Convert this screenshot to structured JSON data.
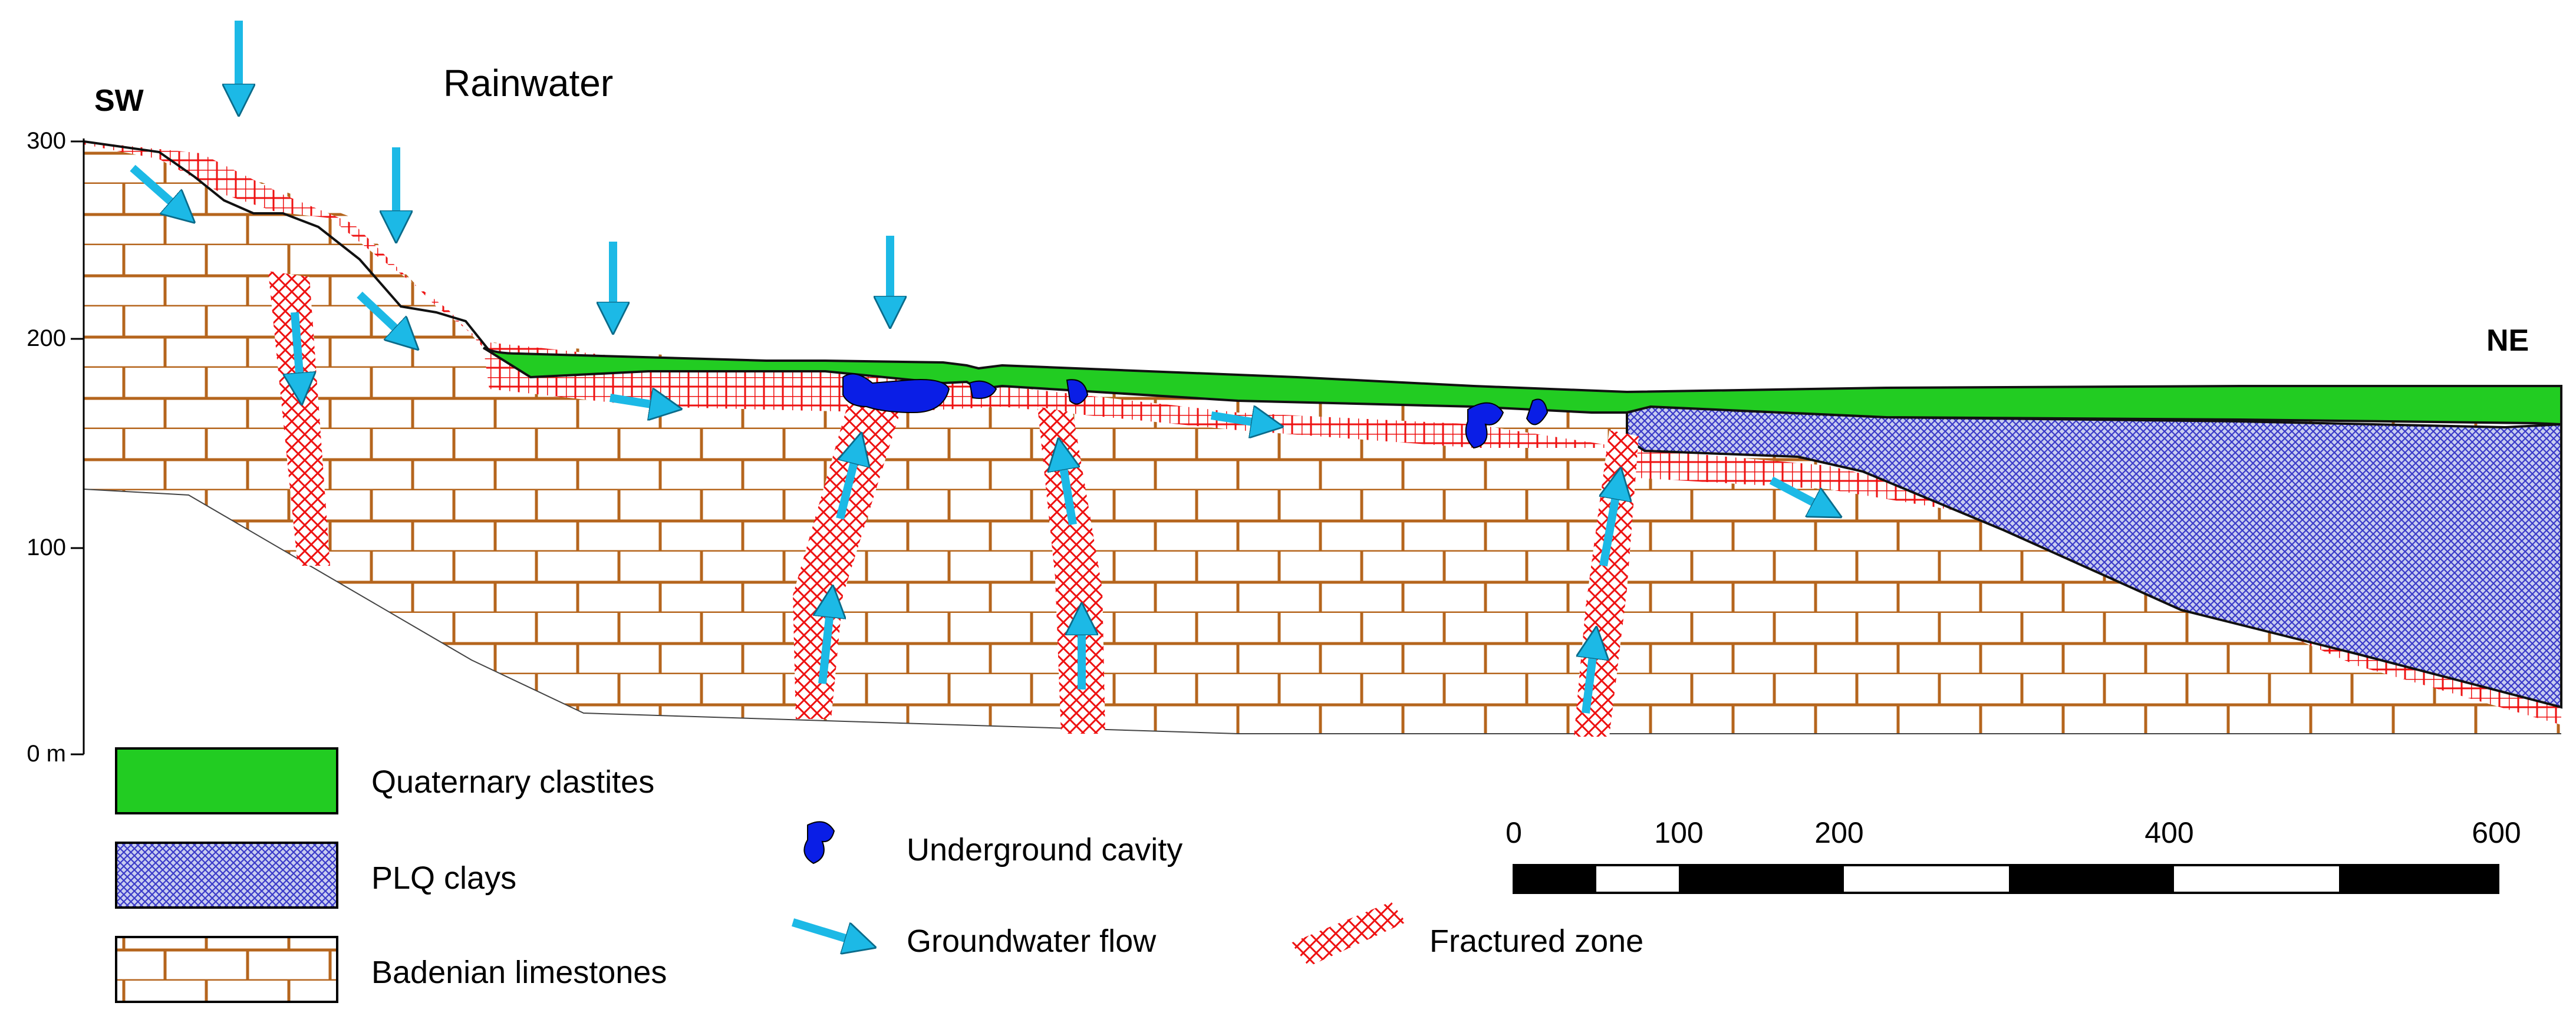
{
  "labels": {
    "sw": "SW",
    "ne": "NE",
    "rainwater": "Rainwater"
  },
  "elevation_axis": {
    "ticks": [
      "300",
      "200",
      "100",
      "0 m"
    ]
  },
  "legend": {
    "quaternary": "Quaternary clastites",
    "plq": "PLQ clays",
    "badenian": "Badenian limestones",
    "cavity": "Underground cavity",
    "flow": "Groundwater flow",
    "fractured": "Fractured zone"
  },
  "scale_bar": {
    "ticks": [
      "0",
      "100",
      "200",
      "400",
      "600"
    ]
  },
  "colors": {
    "quaternary_green": "#22cc22",
    "plq_blue": "#3a3ac8",
    "limestone_brown": "#b5651d",
    "fracture_red": "#ee1111",
    "cavity_blue": "#0a1ee6",
    "flow_cyan": "#1cb9e6"
  }
}
